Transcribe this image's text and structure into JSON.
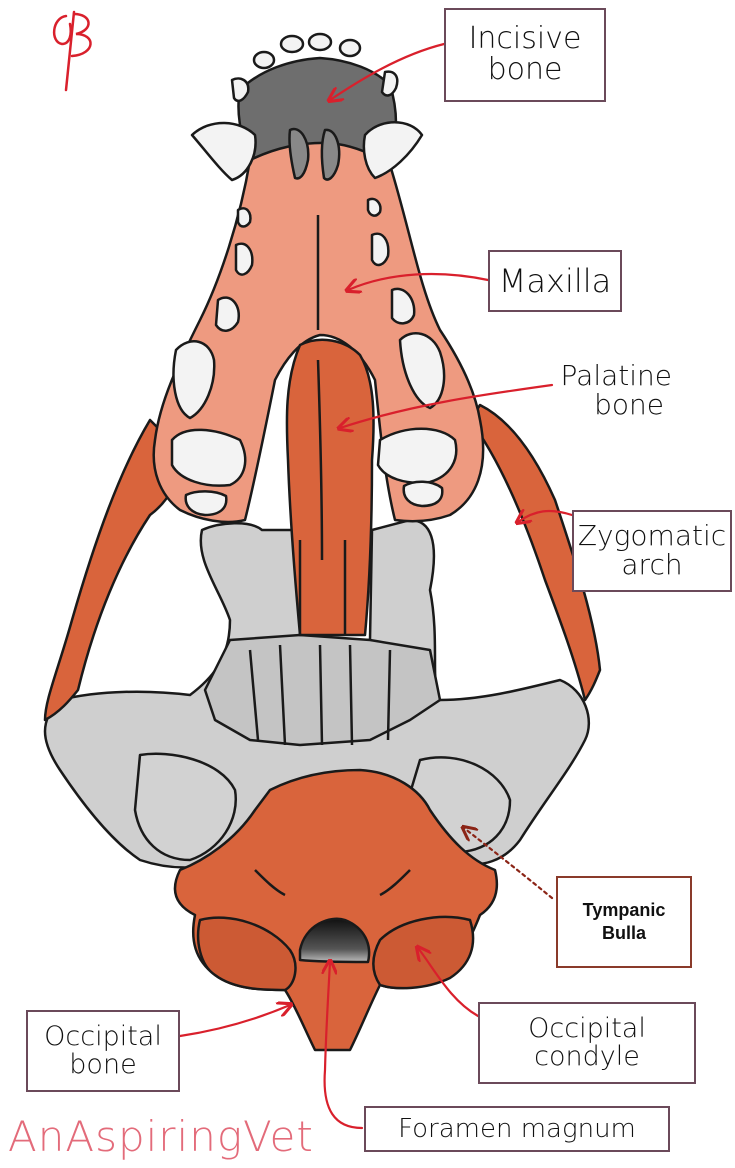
{
  "labels": {
    "incisive_bone": [
      "Incisive",
      "bone"
    ],
    "maxilla": [
      "Maxilla"
    ],
    "palatine_bone": [
      "Palatine",
      "bone"
    ],
    "zygomatic_arch": [
      "Zygomatic",
      "arch"
    ],
    "tympanic_bulla": [
      "Tympanic",
      "Bulla"
    ],
    "occipital_bone": [
      "Occipital",
      "bone"
    ],
    "occipital_condyle": [
      "Occipital",
      "condyle"
    ],
    "foramen_magnum": [
      "Foramen magnum"
    ]
  },
  "signature": "AnAspiringVet",
  "colors": {
    "incisive": "#6e6e6e",
    "maxilla": "#ee9a80",
    "palatine": "#d9643c",
    "zygomatic": "#d9643c",
    "occipital": "#d9643c",
    "cranium_grey": "#cfcfcf",
    "teeth": "#f3f3f3",
    "outline": "#1a1a1a",
    "arrow": "#d9202c",
    "arrow_dark": "#8b2416",
    "box_border": "#6b4a5a",
    "signature": "#e36b7a"
  },
  "icons": [
    "initials-mark",
    "skull-ventral-illustration"
  ]
}
